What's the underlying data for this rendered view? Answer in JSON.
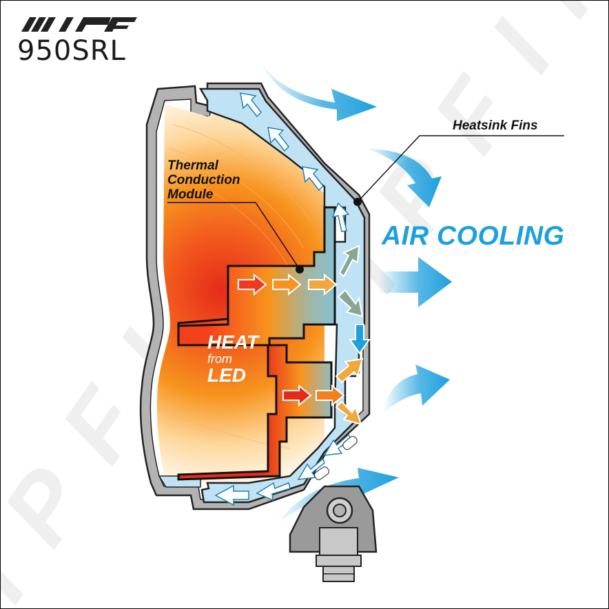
{
  "brand": {
    "logo_text": "IPF",
    "model": "950SRL",
    "watermark_text": "IPF"
  },
  "labels": {
    "heatsink_fins": "Heatsink Fins",
    "thermal_line1": "Thermal",
    "thermal_line2": "Conduction",
    "thermal_line3": "Module",
    "air_cooling": "AIR COOLING",
    "heat": "HEAT",
    "from": "from",
    "led": "LED"
  },
  "colors": {
    "air_blue": "#1ea0de",
    "heatsink_fill": "#bfe3f5",
    "housing_gray": "#b3b3b3",
    "heat_red": "#e52b1a",
    "heat_orange": "#f7941d",
    "heat_yellow": "#fdd79a"
  },
  "icons": {
    "air_flow": "curved-arrow",
    "heat_flow": "outlined-arrow"
  }
}
